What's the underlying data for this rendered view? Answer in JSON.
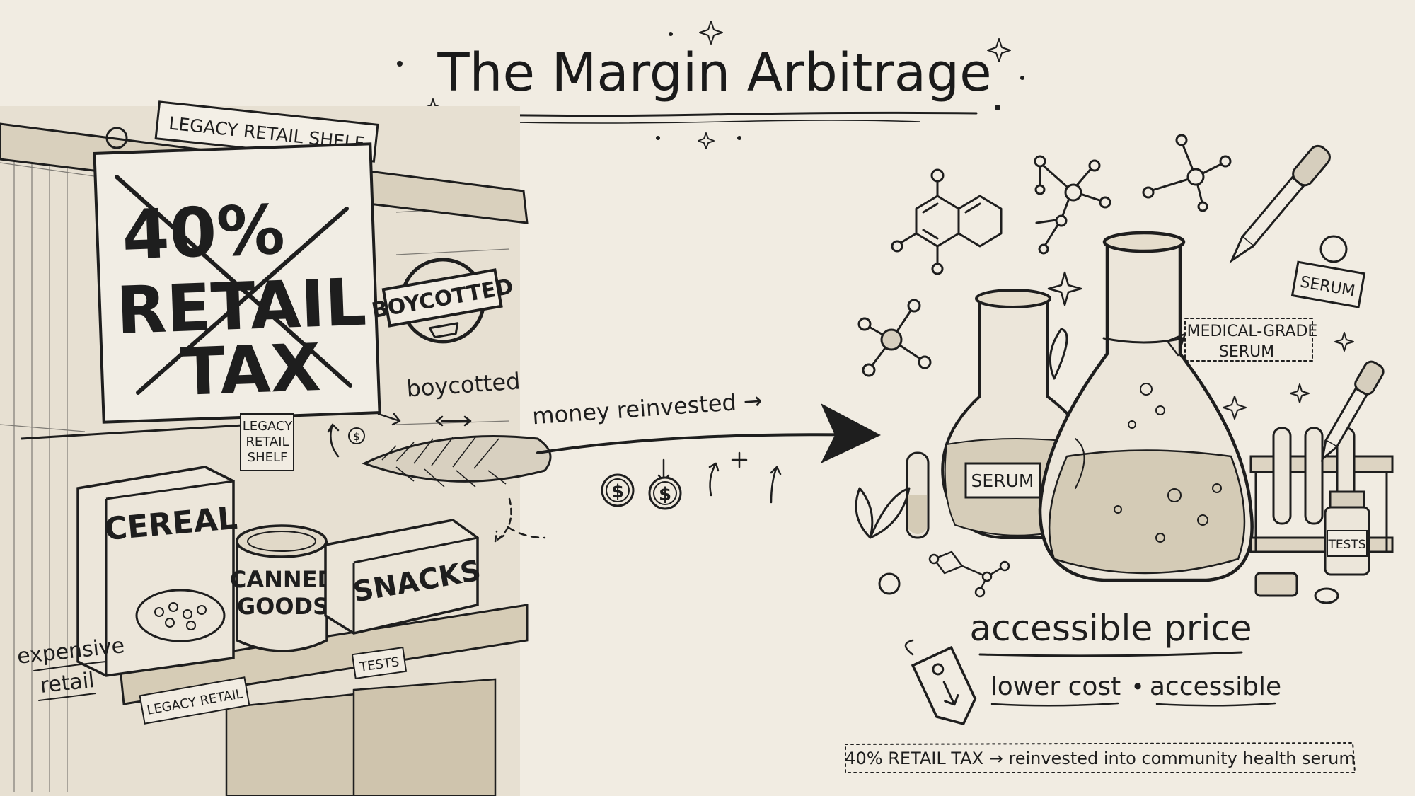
{
  "title": "The Margin Arbitrage",
  "left": {
    "shelf_sign": "LEGACY RETAIL SHELF",
    "tax_line1": "40%",
    "tax_line2": "RETAIL",
    "tax_line3": "TAX",
    "stamp": "BOYCOTTED",
    "stamp_caption": "boycotted",
    "small_tag_line1": "LEGACY",
    "small_tag_line2": "RETAIL",
    "small_tag_line3": "SHELF",
    "cereal": "CEREAL",
    "canned_line1": "CANNED",
    "canned_line2": "GOODS",
    "snacks": "SNACKS",
    "shelf_tag_tests": "TESTS",
    "shelf_edge_label": "LEGACY RETAIL",
    "expensive_line1": "expensive",
    "expensive_line2": "retail"
  },
  "middle": {
    "arrow_caption": "money reinvested →",
    "coin_symbol": "$"
  },
  "right": {
    "serum_small_flask": "SERUM",
    "serum_tag": "SERUM",
    "medical_line1": "MEDICAL-GRADE",
    "medical_line2": "SERUM",
    "tests_bottle": "TESTS",
    "accessible_price": "accessible price",
    "lower_cost": "lower cost",
    "bullet": "•",
    "accessible": "accessible",
    "footer": "40% RETAIL TAX → reinvested into community health serum"
  }
}
